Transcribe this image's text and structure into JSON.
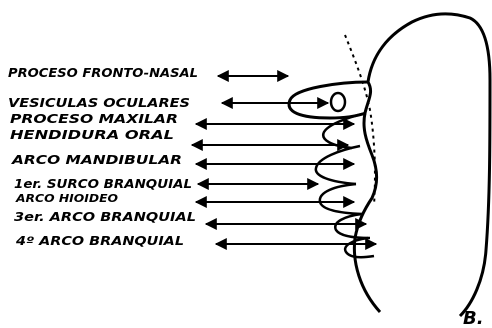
{
  "labels": {
    "proceso_frontonasal": "PROCESO FRONTO-NASAL",
    "vesiculas_oculares": "VESICULAS OCULARES",
    "proceso_maxilar": "PROCESO MAXILAR",
    "hendidura_oral": "HENDIDURA ORAL",
    "arco_mandibular": "ARCO MANDIBULAR",
    "primer_surco": "1er. SURCO BRANQUIAL",
    "arco_hioideo": "ARCO HIOIDEO",
    "tercer_arco": "3er. ARCO BRANQUIAL",
    "cuarto_arco": "4º ARCO BRANQUIAL"
  },
  "figure_letter": "B."
}
